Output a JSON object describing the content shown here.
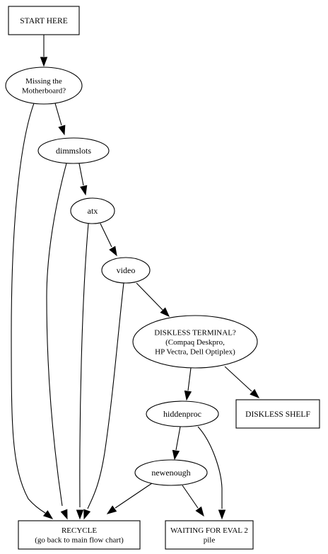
{
  "diagram": {
    "nodes": [
      {
        "id": "start",
        "shape": "box",
        "lines": [
          "START HERE"
        ]
      },
      {
        "id": "missing",
        "shape": "ellipse",
        "lines": [
          "Missing the",
          "Motherboard?"
        ]
      },
      {
        "id": "dimmslots",
        "shape": "ellipse",
        "lines": [
          "dimmslots"
        ]
      },
      {
        "id": "atx",
        "shape": "ellipse",
        "lines": [
          "atx"
        ]
      },
      {
        "id": "video",
        "shape": "ellipse",
        "lines": [
          "video"
        ]
      },
      {
        "id": "diskless",
        "shape": "ellipse",
        "lines": [
          "DISKLESS TERMINAL?",
          "(Compaq Deskpro,",
          "HP Vectra, Dell Optiplex)"
        ]
      },
      {
        "id": "diskless_shelf",
        "shape": "box",
        "lines": [
          "DISKLESS SHELF"
        ]
      },
      {
        "id": "hiddenproc",
        "shape": "ellipse",
        "lines": [
          "hiddenproc"
        ]
      },
      {
        "id": "newenough",
        "shape": "ellipse",
        "lines": [
          "newenough"
        ]
      },
      {
        "id": "recycle",
        "shape": "box",
        "lines": [
          "RECYCLE",
          "(go back to main flow chart)"
        ]
      },
      {
        "id": "waiting",
        "shape": "box",
        "lines": [
          "WAITING FOR EVAL 2",
          "pile"
        ]
      }
    ],
    "edges": [
      {
        "from": "start",
        "to": "missing"
      },
      {
        "from": "missing",
        "to": "dimmslots"
      },
      {
        "from": "missing",
        "to": "recycle"
      },
      {
        "from": "dimmslots",
        "to": "atx"
      },
      {
        "from": "dimmslots",
        "to": "recycle"
      },
      {
        "from": "atx",
        "to": "video"
      },
      {
        "from": "atx",
        "to": "recycle"
      },
      {
        "from": "video",
        "to": "diskless"
      },
      {
        "from": "video",
        "to": "recycle"
      },
      {
        "from": "diskless",
        "to": "hiddenproc"
      },
      {
        "from": "diskless",
        "to": "diskless_shelf"
      },
      {
        "from": "hiddenproc",
        "to": "newenough"
      },
      {
        "from": "hiddenproc",
        "to": "waiting"
      },
      {
        "from": "newenough",
        "to": "recycle"
      },
      {
        "from": "newenough",
        "to": "waiting"
      }
    ]
  }
}
